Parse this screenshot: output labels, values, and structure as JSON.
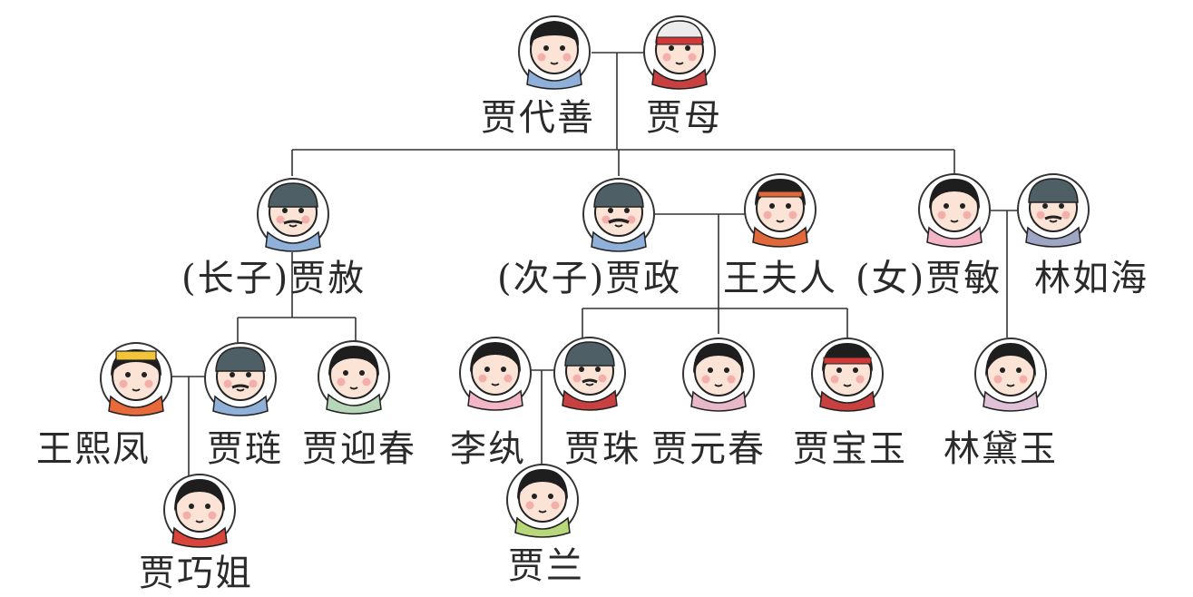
{
  "people": {
    "jia_daishan": "贾代善",
    "jia_mu": "贾母",
    "jia_she": "(长子)贾赦",
    "jia_zheng": "(次子)贾政",
    "wang_furen": "王夫人",
    "jia_min": "(女)贾敏",
    "lin_ruhai": "林如海",
    "wang_xifeng": "王熙凤",
    "jia_lian": "贾琏",
    "jia_yingchun": "贾迎春",
    "li_wan": "李纨",
    "jia_zhu": "贾珠",
    "jia_yuanchun": "贾元春",
    "jia_baoyu": "贾宝玉",
    "lin_daiyu": "林黛玉",
    "jia_qiaojie": "贾巧姐",
    "jia_lan": "贾兰"
  }
}
